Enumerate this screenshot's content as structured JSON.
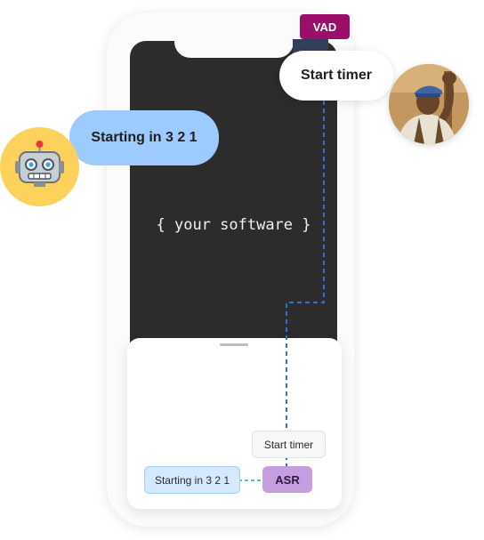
{
  "badges": {
    "vad": "VAD",
    "asr": "ASR"
  },
  "screen": {
    "placeholder": "{ your software }"
  },
  "bubbles": {
    "user": "Start timer",
    "bot": "Starting in 3 2 1"
  },
  "transcripts": {
    "user": "Start timer",
    "bot": "Starting in 3 2 1"
  },
  "colors": {
    "vad_badge": "#9b0f6a",
    "asr_badge": "#c59ee0",
    "bot_bubble": "#9ecbff",
    "robot_avatar_bg": "#fdd25c",
    "connector_vad": "#2f6fd8",
    "connector_asr": "#3fc6e6"
  },
  "icons": {
    "bot": "robot-icon",
    "user": "person-photo-icon"
  }
}
